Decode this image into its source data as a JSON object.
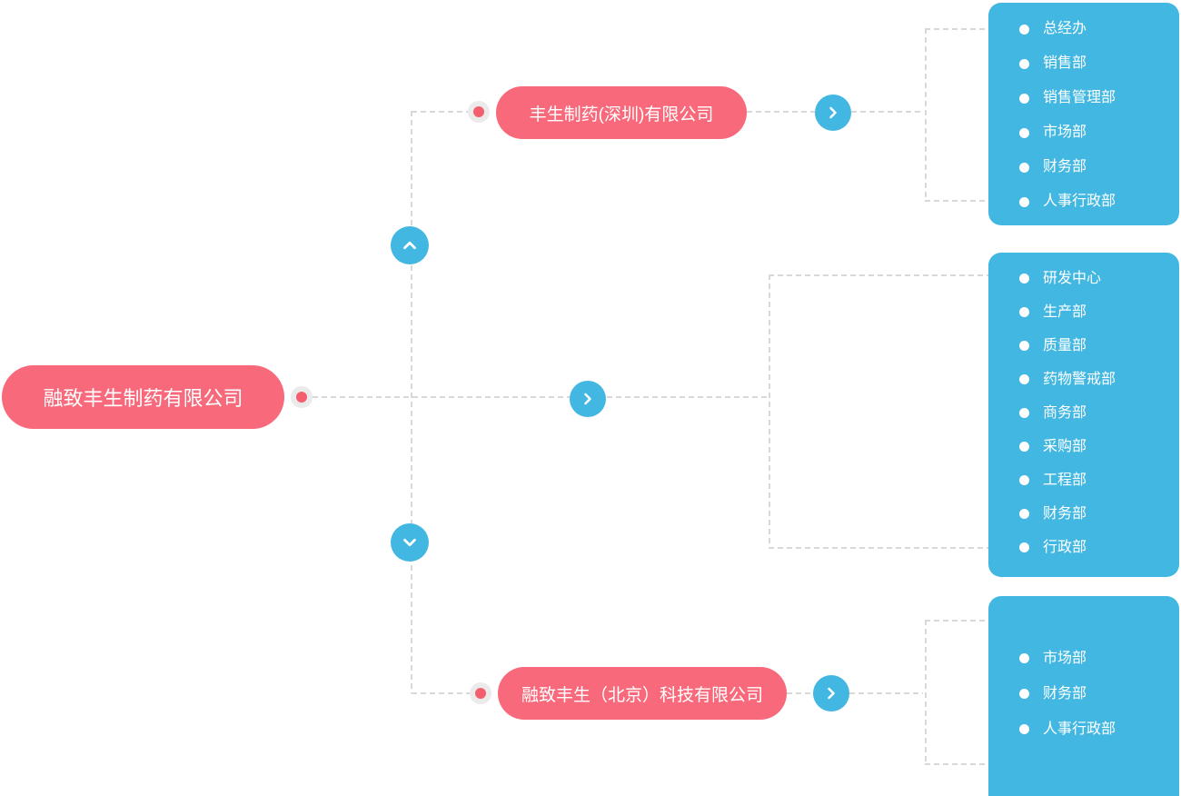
{
  "colors": {
    "pink": "#f8697b",
    "pinkDot": "#f45f6e",
    "ring": "#ebebeb",
    "blue": "#41b7e2",
    "dash": "#d8d8d8",
    "panel_text": "#ffffff"
  },
  "icons": {
    "node_connector": "dot-in-ring-icon",
    "scroll_up": "chevron-up-icon",
    "scroll_down": "chevron-down-icon",
    "expand": "chevron-right-icon",
    "department_marker": "bullet-dot-icon"
  },
  "root": {
    "label": "融致丰生制药有限公司",
    "departments": [
      "研发中心",
      "生产部",
      "质量部",
      "药物警戒部",
      "商务部",
      "采购部",
      "工程部",
      "财务部",
      "行政部"
    ]
  },
  "subsidiaries": {
    "top": {
      "label": "丰生制药(深圳)有限公司",
      "departments": [
        "总经办",
        "销售部",
        "销售管理部",
        "市场部",
        "财务部",
        "人事行政部"
      ]
    },
    "bottom": {
      "label": "融致丰生（北京）科技有限公司",
      "departments": [
        "市场部",
        "财务部",
        "人事行政部"
      ]
    }
  }
}
